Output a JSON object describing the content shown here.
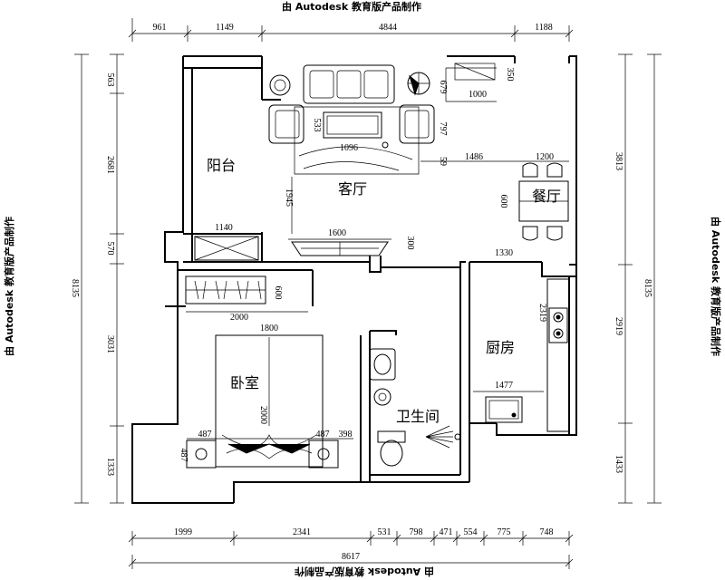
{
  "watermark": {
    "top": "由 Autodesk 教育版产品制作",
    "bottom": "由 Autodesk 教育版产品制作",
    "left": "由 Autodesk 教育版产品制作",
    "right": "由 Autodesk 教育版产品制作"
  },
  "rooms": {
    "balcony": "阳台",
    "living_room": "客厅",
    "dining_room": "餐厅",
    "bedroom": "卧室",
    "kitchen": "厨房",
    "bathroom": "卫生间"
  },
  "dimensions": {
    "top": [
      "961",
      "1149",
      "4844",
      "1188"
    ],
    "bottom_segments": [
      "1999",
      "2341",
      "531",
      "798",
      "471",
      "554",
      "775",
      "748"
    ],
    "bottom_total": "8617",
    "left_segments": [
      "563",
      "2681",
      "570",
      "3031",
      "1333"
    ],
    "left_total": "8135",
    "right_segments": [
      "3813",
      "2919",
      "1433"
    ],
    "right_total": "8135",
    "interior": {
      "living_350": "350",
      "living_679": "679",
      "living_1000": "1000",
      "living_797": "797",
      "living_1096": "1096",
      "living_59": "59",
      "living_533": "533",
      "living_1945": "1945",
      "living_1600": "1600",
      "living_300": "300",
      "balcony_1140": "1140",
      "dining_1486": "1486",
      "dining_1200": "1200",
      "dining_600": "600",
      "wardrobe_600": "600",
      "wardrobe_2000": "2000",
      "bed_1800": "1800",
      "bed_2000": "2000",
      "nightstand_left": "487",
      "nightstand_right": "487",
      "nightstand_398": "398",
      "nightstand_v487": "487",
      "kitchen_1330": "1330",
      "kitchen_2319": "2319",
      "kitchen_1477": "1477"
    }
  }
}
